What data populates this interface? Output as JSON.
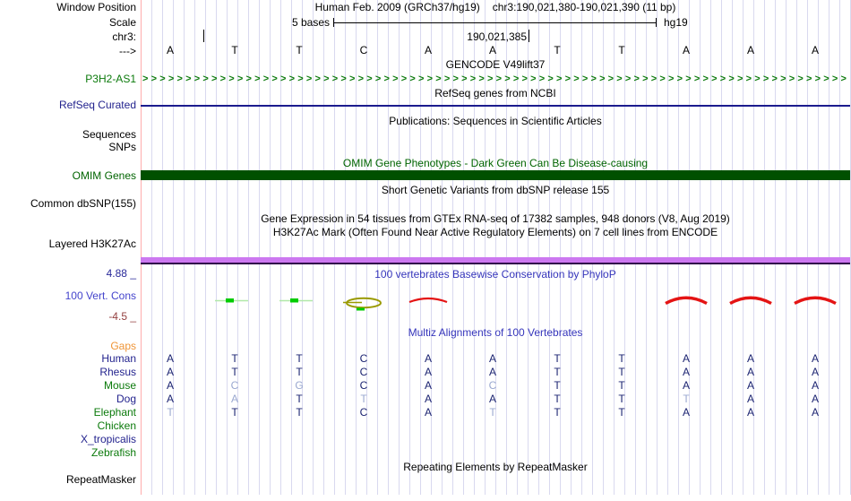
{
  "header": {
    "window_position_label": "Window Position",
    "assembly_title": "Human Feb. 2009 (GRCh37/hg19)",
    "position_range": "chr3:190,021,380-190,021,390 (11 bp)",
    "scale_label": "Scale",
    "scale_value": "5 bases",
    "assembly_short": "hg19",
    "chrom_label": "chr3:",
    "ruler_tick_label": "190,021,385",
    "strand_arrow": "--->",
    "bases": [
      "A",
      "T",
      "T",
      "C",
      "A",
      "A",
      "T",
      "T",
      "A",
      "A",
      "A"
    ]
  },
  "tracks": {
    "gencode": {
      "title": "GENCODE V49lift37",
      "gene": "P3H2-AS1",
      "arrow_char": ">",
      "arrow_count": 100,
      "color": "#0b7a0b"
    },
    "refseq": {
      "title": "RefSeq genes from NCBI",
      "label": "RefSeq Curated",
      "line_color": "#1b1b8e"
    },
    "publications": {
      "title": "Publications: Sequences in Scientific Articles",
      "row_labels": [
        "Sequences",
        "SNPs"
      ]
    },
    "omim": {
      "title": "OMIM Gene Phenotypes - Dark Green Can Be Disease-causing",
      "label": "OMIM Genes",
      "bar_color": "#005000",
      "title_color": "#006400"
    },
    "dbsnp": {
      "title": "Short Genetic Variants from dbSNP release 155",
      "label": "Common dbSNP(155)"
    },
    "gtex": {
      "title": "Gene Expression in 54 tissues from GTEx RNA-seq of 17382 samples, 948 donors (V8, Aug 2019)"
    },
    "h3k27ac": {
      "title": "H3K27Ac Mark (Often Found Near Active Regulatory Elements) on 7 cell lines from ENCODE",
      "label": "Layered H3K27Ac",
      "bar_color": "#cc78f0",
      "baseline_color": "#30024a"
    },
    "phylop": {
      "title": "100 vertebrates Basewise Conservation by PhyloP",
      "label": "100 Vert. Cons",
      "max_label": "4.88 _",
      "min_label": "-4.5 _",
      "mark_colors": {
        "positive_red": "#e41414",
        "conserved_green": "#00cc00",
        "light_green": "#b0e8a8",
        "olive": "#9a9a00"
      },
      "marks": [
        {
          "col": 2,
          "kind": "conserved-dash"
        },
        {
          "col": 3,
          "kind": "conserved-dash"
        },
        {
          "col": 4,
          "kind": "olive-ellipse"
        },
        {
          "col": 5,
          "kind": "red-arc-small"
        },
        {
          "col": 9,
          "kind": "red-peak"
        },
        {
          "col": 10,
          "kind": "red-peak"
        },
        {
          "col": 11,
          "kind": "red-peak"
        }
      ]
    },
    "multiz": {
      "title": "Multiz Alignments of 100 Vertebrates",
      "gaps_label": "Gaps",
      "species": [
        {
          "name": "Human",
          "name_color": "navy",
          "letters": "ATTCAATTAAA",
          "light_positions": []
        },
        {
          "name": "Rhesus",
          "name_color": "navy",
          "letters": "ATTCAATTAAA",
          "light_positions": []
        },
        {
          "name": "Mouse",
          "name_color": "green",
          "letters": "ACGCACTTAAA",
          "light_positions": [
            2,
            3,
            6
          ]
        },
        {
          "name": "Dog",
          "name_color": "navy",
          "letters": "AATTAATTTAA",
          "light_positions": [
            2,
            4,
            9
          ]
        },
        {
          "name": "Elephant",
          "name_color": "green",
          "letters": "TTTCATTTAAA",
          "light_positions": [
            1,
            6
          ]
        },
        {
          "name": "Chicken",
          "name_color": "green",
          "letters": "",
          "light_positions": []
        },
        {
          "name": "X_tropicalis",
          "name_color": "navy",
          "letters": "",
          "light_positions": []
        },
        {
          "name": "Zebrafish",
          "name_color": "green",
          "letters": "",
          "light_positions": []
        }
      ]
    },
    "repeatmasker": {
      "title": "Repeating Elements by RepeatMasker",
      "label": "RepeatMasker"
    }
  }
}
